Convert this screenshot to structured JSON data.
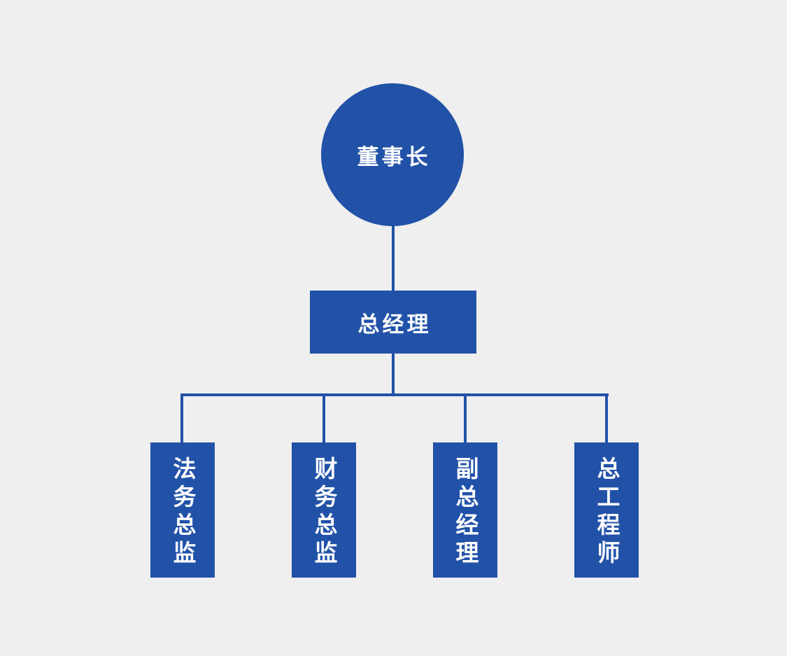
{
  "colors": {
    "background": "#efefef",
    "node-fill": "#2152a8",
    "connector": "#2152a8",
    "node-text": "#ffffff"
  },
  "org_chart": {
    "root": {
      "label": "董事长",
      "shape": "circle"
    },
    "manager": {
      "label": "总经理",
      "shape": "rectangle"
    },
    "departments": [
      {
        "label": "法务总监"
      },
      {
        "label": "财务总监"
      },
      {
        "label": "副总经理"
      },
      {
        "label": "总工程师"
      }
    ]
  }
}
